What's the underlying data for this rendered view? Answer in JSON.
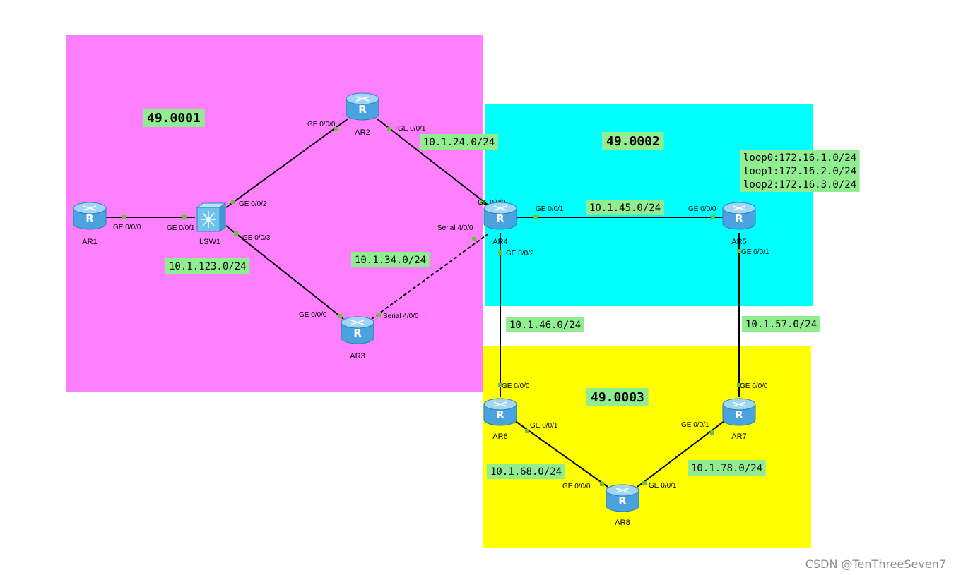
{
  "areas": [
    {
      "id": "area1",
      "label": "49.0001",
      "color": "#ff80ff"
    },
    {
      "id": "area2",
      "label": "49.0002",
      "color": "#00ffff"
    },
    {
      "id": "area3",
      "label": "49.0003",
      "color": "#ffff00"
    }
  ],
  "devices": [
    {
      "id": "AR1",
      "label": "AR1",
      "type": "router"
    },
    {
      "id": "LSW1",
      "label": "LSW1",
      "type": "switch"
    },
    {
      "id": "AR2",
      "label": "AR2",
      "type": "router"
    },
    {
      "id": "AR3",
      "label": "AR3",
      "type": "router"
    },
    {
      "id": "AR4",
      "label": "AR4",
      "type": "router"
    },
    {
      "id": "AR5",
      "label": "AR5",
      "type": "router"
    },
    {
      "id": "AR6",
      "label": "AR6",
      "type": "router"
    },
    {
      "id": "AR7",
      "label": "AR7",
      "type": "router"
    },
    {
      "id": "AR8",
      "label": "AR8",
      "type": "router"
    }
  ],
  "links": [
    {
      "from": "AR1",
      "to": "LSW1",
      "from_if": "GE 0/0/0",
      "to_if": "GE 0/0/1",
      "style": "solid"
    },
    {
      "from": "LSW1",
      "to": "AR2",
      "from_if": "GE 0/0/2",
      "to_if": "GE 0/0/0",
      "style": "solid"
    },
    {
      "from": "LSW1",
      "to": "AR3",
      "from_if": "GE 0/0/3",
      "to_if": "GE 0/0/0",
      "style": "solid"
    },
    {
      "from": "AR2",
      "to": "AR4",
      "from_if": "GE 0/0/1",
      "to_if": "GE 0/0/0",
      "style": "solid"
    },
    {
      "from": "AR3",
      "to": "AR4",
      "from_if": "Serial 4/0/0",
      "to_if": "Serial 4/0/0",
      "style": "dashed"
    },
    {
      "from": "AR4",
      "to": "AR5",
      "from_if": "GE 0/0/1",
      "to_if": "GE 0/0/0",
      "style": "solid"
    },
    {
      "from": "AR4",
      "to": "AR6",
      "from_if": "GE 0/0/2",
      "to_if": "GE 0/0/0",
      "style": "solid"
    },
    {
      "from": "AR5",
      "to": "AR7",
      "from_if": "GE 0/0/1",
      "to_if": "GE 0/0/0",
      "style": "solid"
    },
    {
      "from": "AR6",
      "to": "AR8",
      "from_if": "GE 0/0/1",
      "to_if": "GE 0/0/0",
      "style": "solid"
    },
    {
      "from": "AR7",
      "to": "AR8",
      "from_if": "GE 0/0/1",
      "to_if": "GE 0/0/1",
      "style": "solid"
    }
  ],
  "networks": {
    "n123": "10.1.123.0/24",
    "n24": "10.1.24.0/24",
    "n34": "10.1.34.0/24",
    "n45": "10.1.45.0/24",
    "n46": "10.1.46.0/24",
    "n57": "10.1.57.0/24",
    "n68": "10.1.68.0/24",
    "n78": "10.1.78.0/24"
  },
  "loopbacks": [
    "loop0:172.16.1.0/24",
    "loop1:172.16.2.0/24",
    "loop2:172.16.3.0/24"
  ],
  "label_bg_color": "#90ee90",
  "watermark": "CSDN @TenThreeSeven7"
}
